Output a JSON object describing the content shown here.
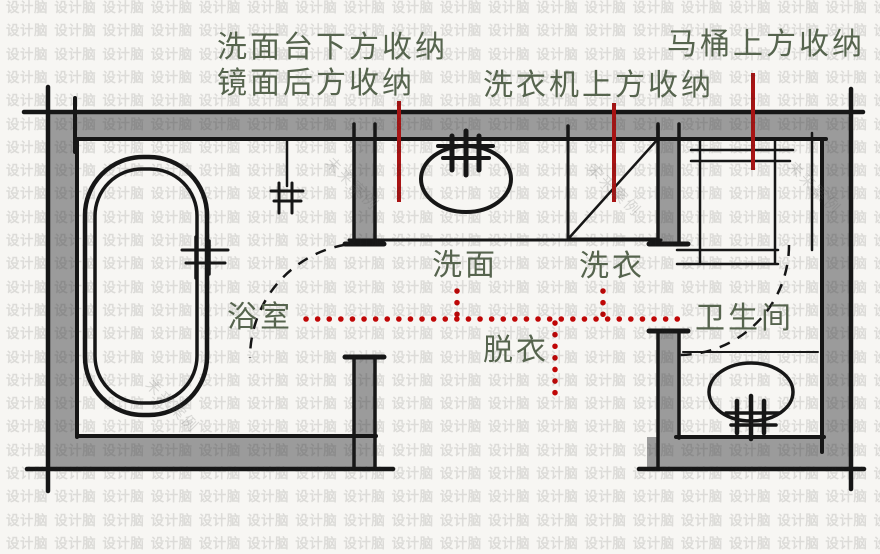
{
  "colors": {
    "paper": "#f7f6f3",
    "ink": "#161616",
    "wall_gray": "#9b9b9b",
    "label_green": "#56644e",
    "red_line": "#a81414",
    "red_dot": "#c00606"
  },
  "watermark": {
    "text": "设计脑",
    "diagonal_text": "未来案例",
    "rows": 24,
    "cols": 20
  },
  "storage_labels": {
    "under_sink": "洗面台下方收纳",
    "behind_mirror": "镜面后方收纳",
    "above_washer": "洗衣机上方收纳",
    "above_toilet": "马桶上方收纳"
  },
  "room_labels": {
    "bathroom": "浴室",
    "washing": "洗面",
    "laundry": "洗衣",
    "undressing": "脱衣",
    "toilet": "卫生间"
  }
}
